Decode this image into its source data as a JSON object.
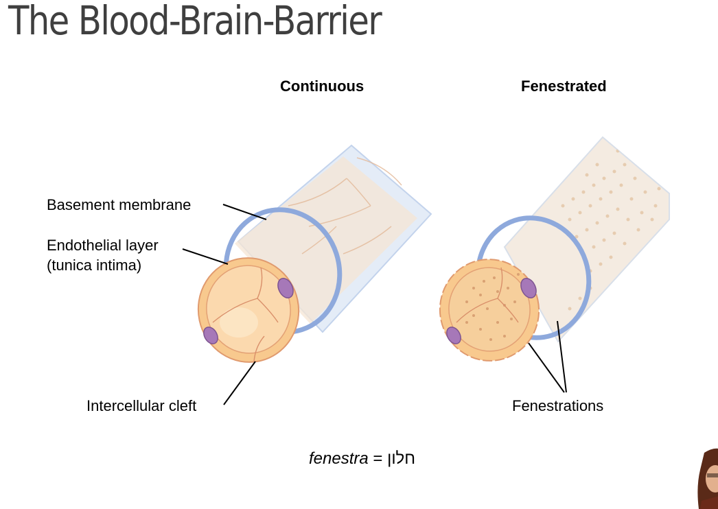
{
  "title": "The Blood-Brain-Barrier",
  "headers": {
    "continuous": "Continuous",
    "fenestrated": "Fenestrated"
  },
  "labels": {
    "basement_membrane": "Basement membrane",
    "endothelial_layer_1": "Endothelial layer",
    "endothelial_layer_2": "(tunica intima)",
    "intercellular_cleft": "Intercellular cleft",
    "fenestrations": "Fenestrations"
  },
  "formula": {
    "term": "fenestra",
    "equals": " = ",
    "hebrew": "חלון"
  },
  "colors": {
    "endothelium": "#f8c98e",
    "endothelium_light": "#fde3bf",
    "basement_membrane": "#8ea9dc",
    "outer_tube": "#dfe8f6",
    "nucleus": "#a678b8",
    "cell_border": "#d98f6a"
  }
}
